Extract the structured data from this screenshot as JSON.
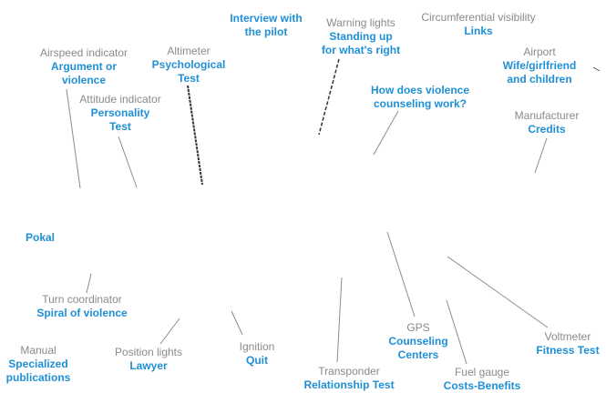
{
  "labels": {
    "interview": {
      "caption": "",
      "link": "Interview with\nthe pilot"
    },
    "warning": {
      "caption": "Warning lights",
      "link": "Standing up\nfor what's right"
    },
    "circumferential": {
      "caption": "Circumferential visibility",
      "link": "Links"
    },
    "airspeed": {
      "caption": "Airspeed indicator",
      "link": "Argument or\nviolence"
    },
    "altimeter": {
      "caption": "Altimeter",
      "link": "Psychological\nTest"
    },
    "airport": {
      "caption": "Airport",
      "link": "Wife/girlfriend\nand children"
    },
    "counseling_question": {
      "caption": "",
      "link": "How does violence\ncounseling work?"
    },
    "attitude": {
      "caption": "Attitude indicator",
      "link": "Personality\nTest"
    },
    "manufacturer": {
      "caption": "Manufacturer",
      "link": "Credits"
    },
    "pokal": {
      "caption": "",
      "link": "Pokal"
    },
    "turn": {
      "caption": "Turn coordinator",
      "link": "Spiral of violence"
    },
    "gps": {
      "caption": "GPS",
      "link": "Counseling\nCenters"
    },
    "voltmeter": {
      "caption": "Voltmeter",
      "link": "Fitness Test"
    },
    "manual": {
      "caption": "Manual",
      "link": "Specialized\npublications"
    },
    "position_lights": {
      "caption": "Position lights",
      "link": "Lawyer"
    },
    "ignition": {
      "caption": "Ignition",
      "link": "Quit"
    },
    "transponder": {
      "caption": "Transponder",
      "link": "Relationship Test"
    },
    "fuel": {
      "caption": "Fuel gauge",
      "link": "Costs-Benefits"
    }
  },
  "colors": {
    "caption": "#8a8a8a",
    "link": "#1f8fd6",
    "line": "#8c8c8c"
  }
}
